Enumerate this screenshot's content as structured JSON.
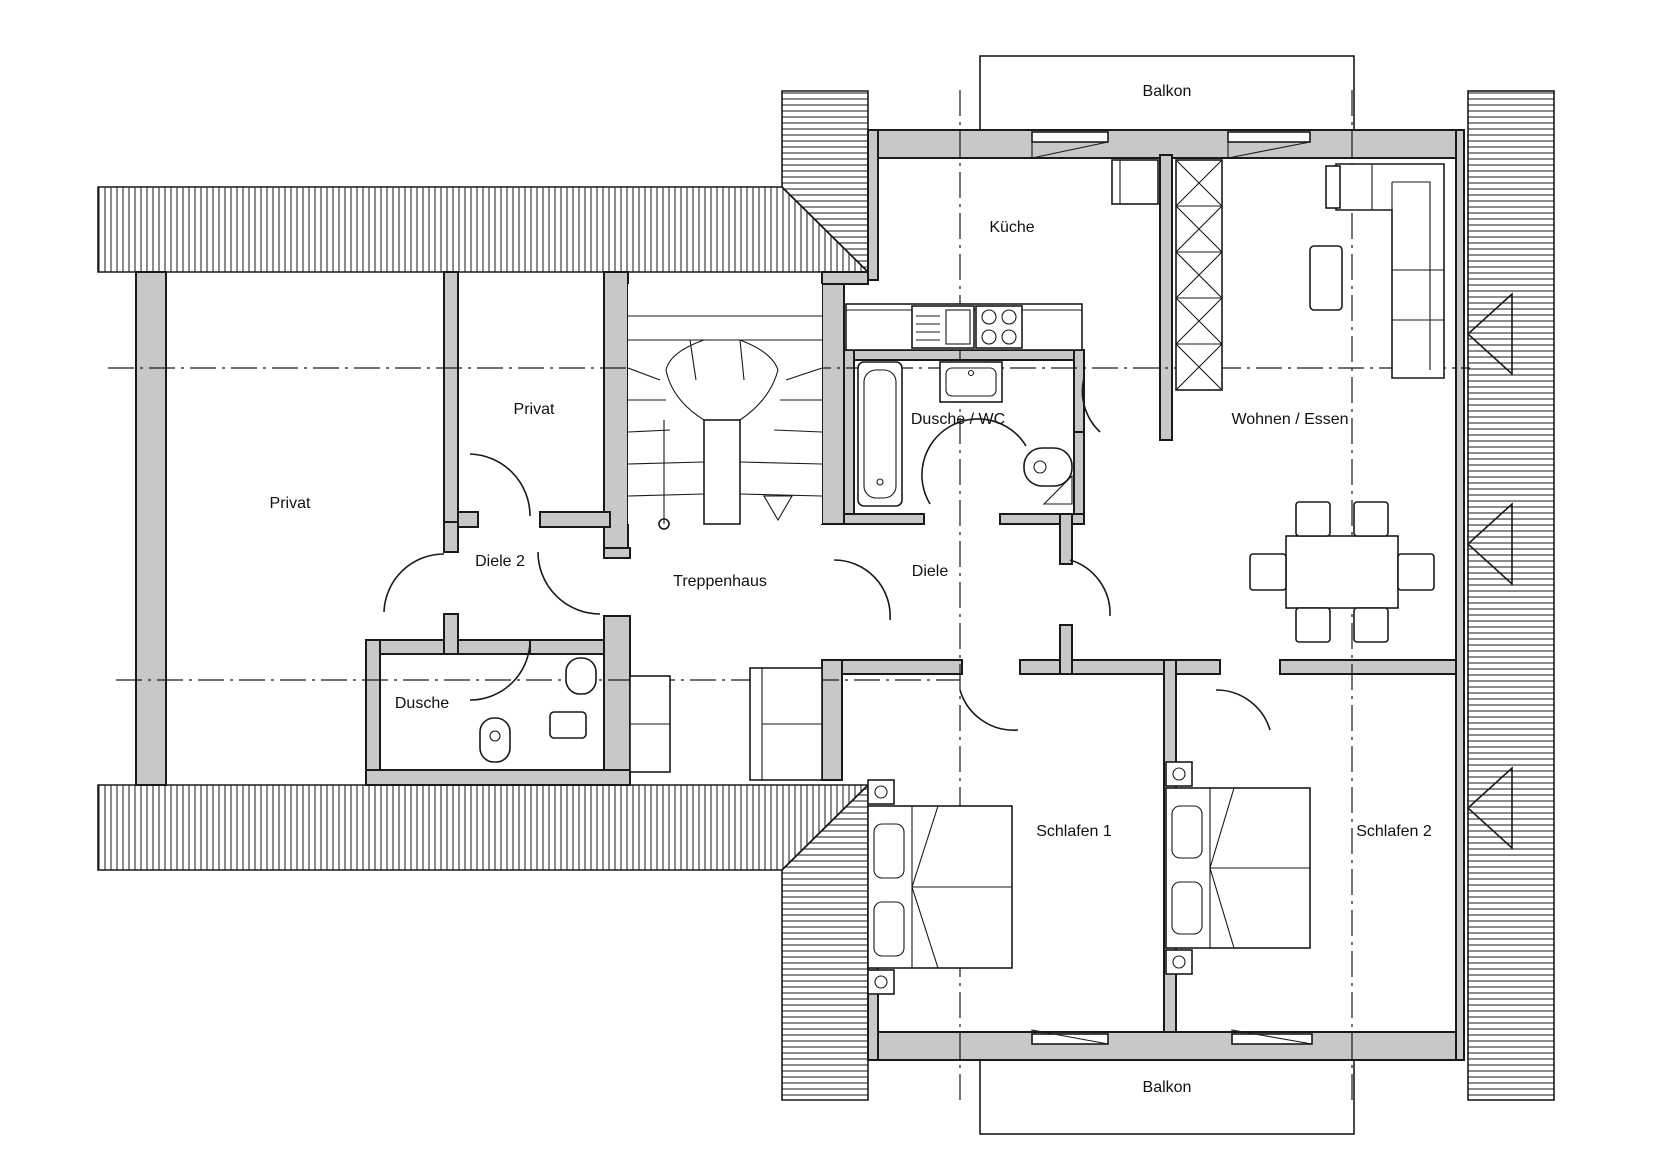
{
  "rooms": {
    "balkon_top": "Balkon",
    "kueche": "Küche",
    "privat_small": "Privat",
    "privat_large": "Privat",
    "dusche_wc": "Dusche / WC",
    "wohnen_essen": "Wohnen / Essen",
    "diele2": "Diele 2",
    "treppenhaus": "Treppenhaus",
    "diele": "Diele",
    "dusche": "Dusche",
    "schlafen1": "Schlafen 1",
    "schlafen2": "Schlafen 2",
    "balkon_bottom": "Balkon"
  },
  "colors": {
    "wall": "#c8c8c8",
    "line": "#1a1a1a",
    "background": "#ffffff"
  }
}
